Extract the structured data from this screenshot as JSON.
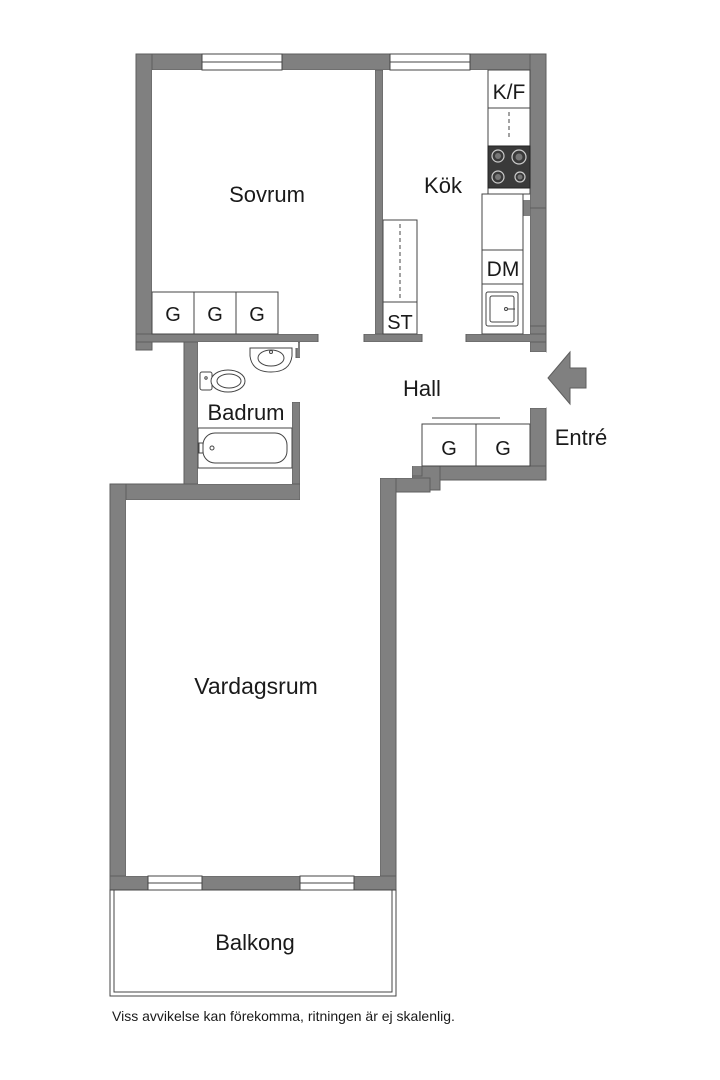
{
  "rooms": {
    "sovrum": "Sovrum",
    "kok": "Kök",
    "hall": "Hall",
    "badrum": "Badrum",
    "vardagsrum": "Vardagsrum",
    "balkong": "Balkong",
    "entre": "Entré"
  },
  "fixtures": {
    "kf": "K/F",
    "dm": "DM",
    "st": "ST",
    "g": "G"
  },
  "disclaimer": "Viss avvikelse kan förekomma, ritningen är ej skalenlig.",
  "colors": {
    "wall": "#808080",
    "wall_stroke": "#5e5e5e",
    "fixture_line": "#444444",
    "stove_top": "#3a3a3a"
  }
}
